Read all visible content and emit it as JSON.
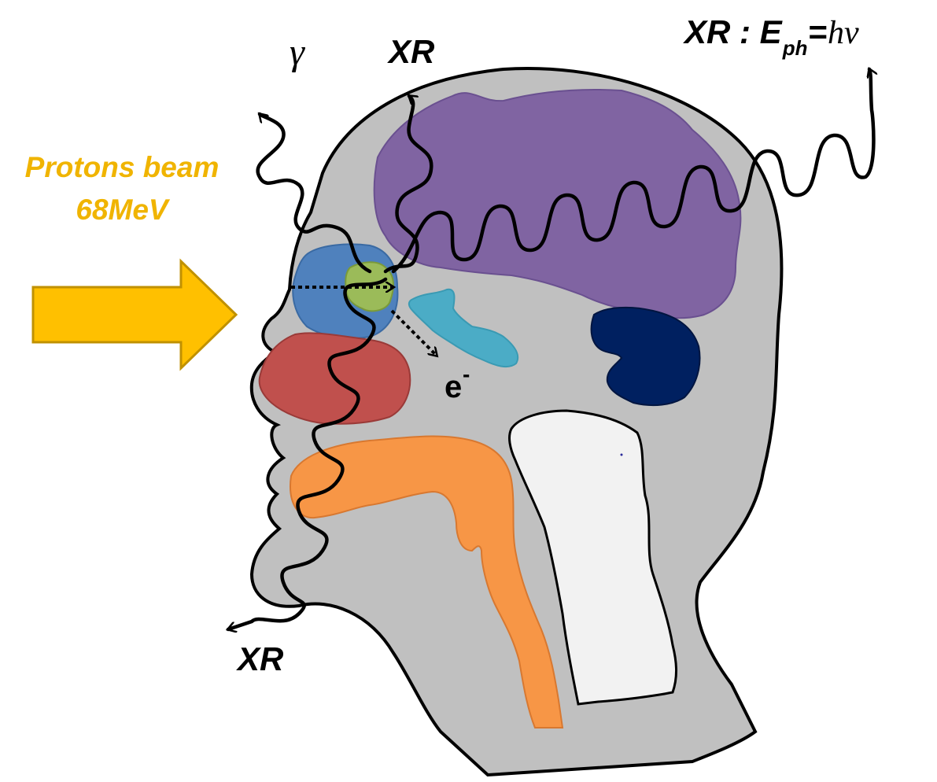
{
  "labels": {
    "beam_line1": "Protons beam",
    "beam_line2": "68MeV",
    "gamma": "γ",
    "xr_top": "XR",
    "xr_bottom": "XR",
    "xr_formula_prefix": "XR : E",
    "xr_formula_sub": "ph",
    "xr_formula_eq": " = ",
    "xr_formula_hv": "hν",
    "electron": "e",
    "electron_sup": "-"
  },
  "colors": {
    "head": "#c0c0c0",
    "brain": "#8064a2",
    "eye": "#4f81bd",
    "tumor": "#9bbb59",
    "optic_nerve": "#4bacc6",
    "brainstem_dark": "#002060",
    "nasal": "#c0504d",
    "throat": "#f79646",
    "spine": "#f2f2f2",
    "beam_arrow": "#ffc000",
    "beam_arrow_border": "#c09100",
    "beam_text": "#f0b400"
  },
  "icons": {
    "beam": "right-arrow-icon",
    "wave": "wavy-photon-icon"
  }
}
